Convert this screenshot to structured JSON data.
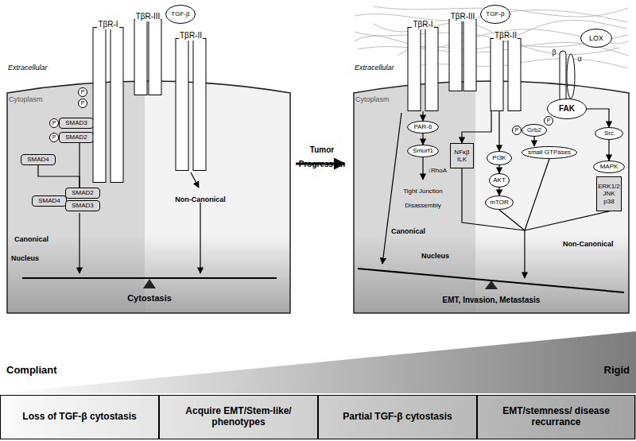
{
  "diagram": {
    "nodes": [
      {
        "text": [
          "Extracellular",
          "Cytoplasm",
          "Nucleus"
        ]
      },
      {
        "text": [
          "TβR-I"
        ]
      },
      {
        "text": [
          "TβR-III"
        ]
      },
      {
        "text": [
          "TGF-β"
        ]
      },
      {
        "text": [
          "TβR-II"
        ]
      },
      {
        "text": [
          "P"
        ],
        "in": 0
      },
      {
        "text": [
          "P"
        ],
        "in": 0
      },
      {
        "text": [
          "P"
        ],
        "in": 0
      },
      {
        "text": [
          "SMAD3"
        ],
        "in": 0
      },
      {
        "text": [
          "P"
        ],
        "in": 0
      },
      {
        "text": [
          "SMAD2"
        ],
        "in": 0
      },
      {
        "text": [
          "SMAD4"
        ],
        "in": 0
      },
      {
        "text": [
          "SMAD4"
        ],
        "in": 0
      },
      {
        "text": [
          "SMAD2"
        ],
        "in": 0
      },
      {
        "text": [
          "SMAD3"
        ],
        "in": 0
      },
      {
        "text": [
          "Extracellular",
          "Cytoplasm",
          "Nucleus"
        ]
      },
      {
        "text": [
          "TβR-I"
        ]
      },
      {
        "text": [
          "TβR-III"
        ]
      },
      {
        "text": [
          "TGF-β"
        ]
      },
      {
        "text": [
          "TβR-II"
        ]
      },
      {
        "text": [
          "LOX"
        ]
      },
      {
        "text": [
          "FAK"
        ],
        "in": 15
      },
      {
        "text": [
          "P"
        ],
        "in": 15
      },
      {
        "text": [
          "Grb2"
        ],
        "in": 15
      },
      {
        "text": [
          "P"
        ],
        "in": 15
      },
      {
        "text": [
          "Src"
        ],
        "in": 15
      },
      {
        "text": [
          "PAR-6"
        ],
        "in": 15
      },
      {
        "text": [
          "Smurf1"
        ],
        "in": 15
      },
      {
        "text": [
          "NFκβ ILK"
        ],
        "in": 15
      },
      {
        "text": [
          "PI3K"
        ],
        "in": 15
      },
      {
        "text": [
          "small GTPases"
        ],
        "in": 15
      },
      {
        "text": [
          "MAPK"
        ],
        "in": 15
      },
      {
        "text": [
          "AKT"
        ],
        "in": 15
      },
      {
        "text": [
          "ERK1/2 JNK p38"
        ],
        "in": 15
      },
      {
        "text": [
          "mTOR"
        ],
        "in": 15
      },
      {
        "text": [
          "Loss of TGF-β cytostasis"
        ]
      },
      {
        "text": [
          "Acquire EMT/Stem-like/ phenotypes"
        ]
      },
      {
        "text": [
          "Partial TGF-β cytostasis"
        ]
      },
      {
        "text": [
          "EMT/stemness/ disease recurrance"
        ]
      }
    ],
    "edges": [
      {
        "from": 10,
        "to": 13,
        "arrow": "none"
      },
      {
        "from": 11,
        "to": 13,
        "arrow": "none"
      },
      {
        "from": 16,
        "to": 26,
        "arrow": "to"
      },
      {
        "from": 26,
        "to": 27,
        "arrow": "to"
      },
      {
        "from": 19,
        "to": 28,
        "arrow": "to"
      },
      {
        "from": 19,
        "to": 29,
        "arrow": "to"
      },
      {
        "from": 29,
        "to": 32,
        "arrow": "to"
      },
      {
        "from": 32,
        "to": 34,
        "arrow": "to"
      },
      {
        "from": 23,
        "to": 30,
        "arrow": "to"
      },
      {
        "from": 21,
        "to": 25,
        "arrow": "to"
      },
      {
        "from": 25,
        "to": 31,
        "arrow": "to"
      }
    ],
    "labels": [
      "Canonical",
      "Non-Canonical",
      "Cytostasis",
      "Tumor Progression",
      "β",
      "α",
      "↓RhoA",
      "Tight Junction Disassembly",
      "Canonical",
      "Non-Canonical",
      "EMT, Invasion, Metastasis",
      "Compliant",
      "Rigid"
    ]
  }
}
